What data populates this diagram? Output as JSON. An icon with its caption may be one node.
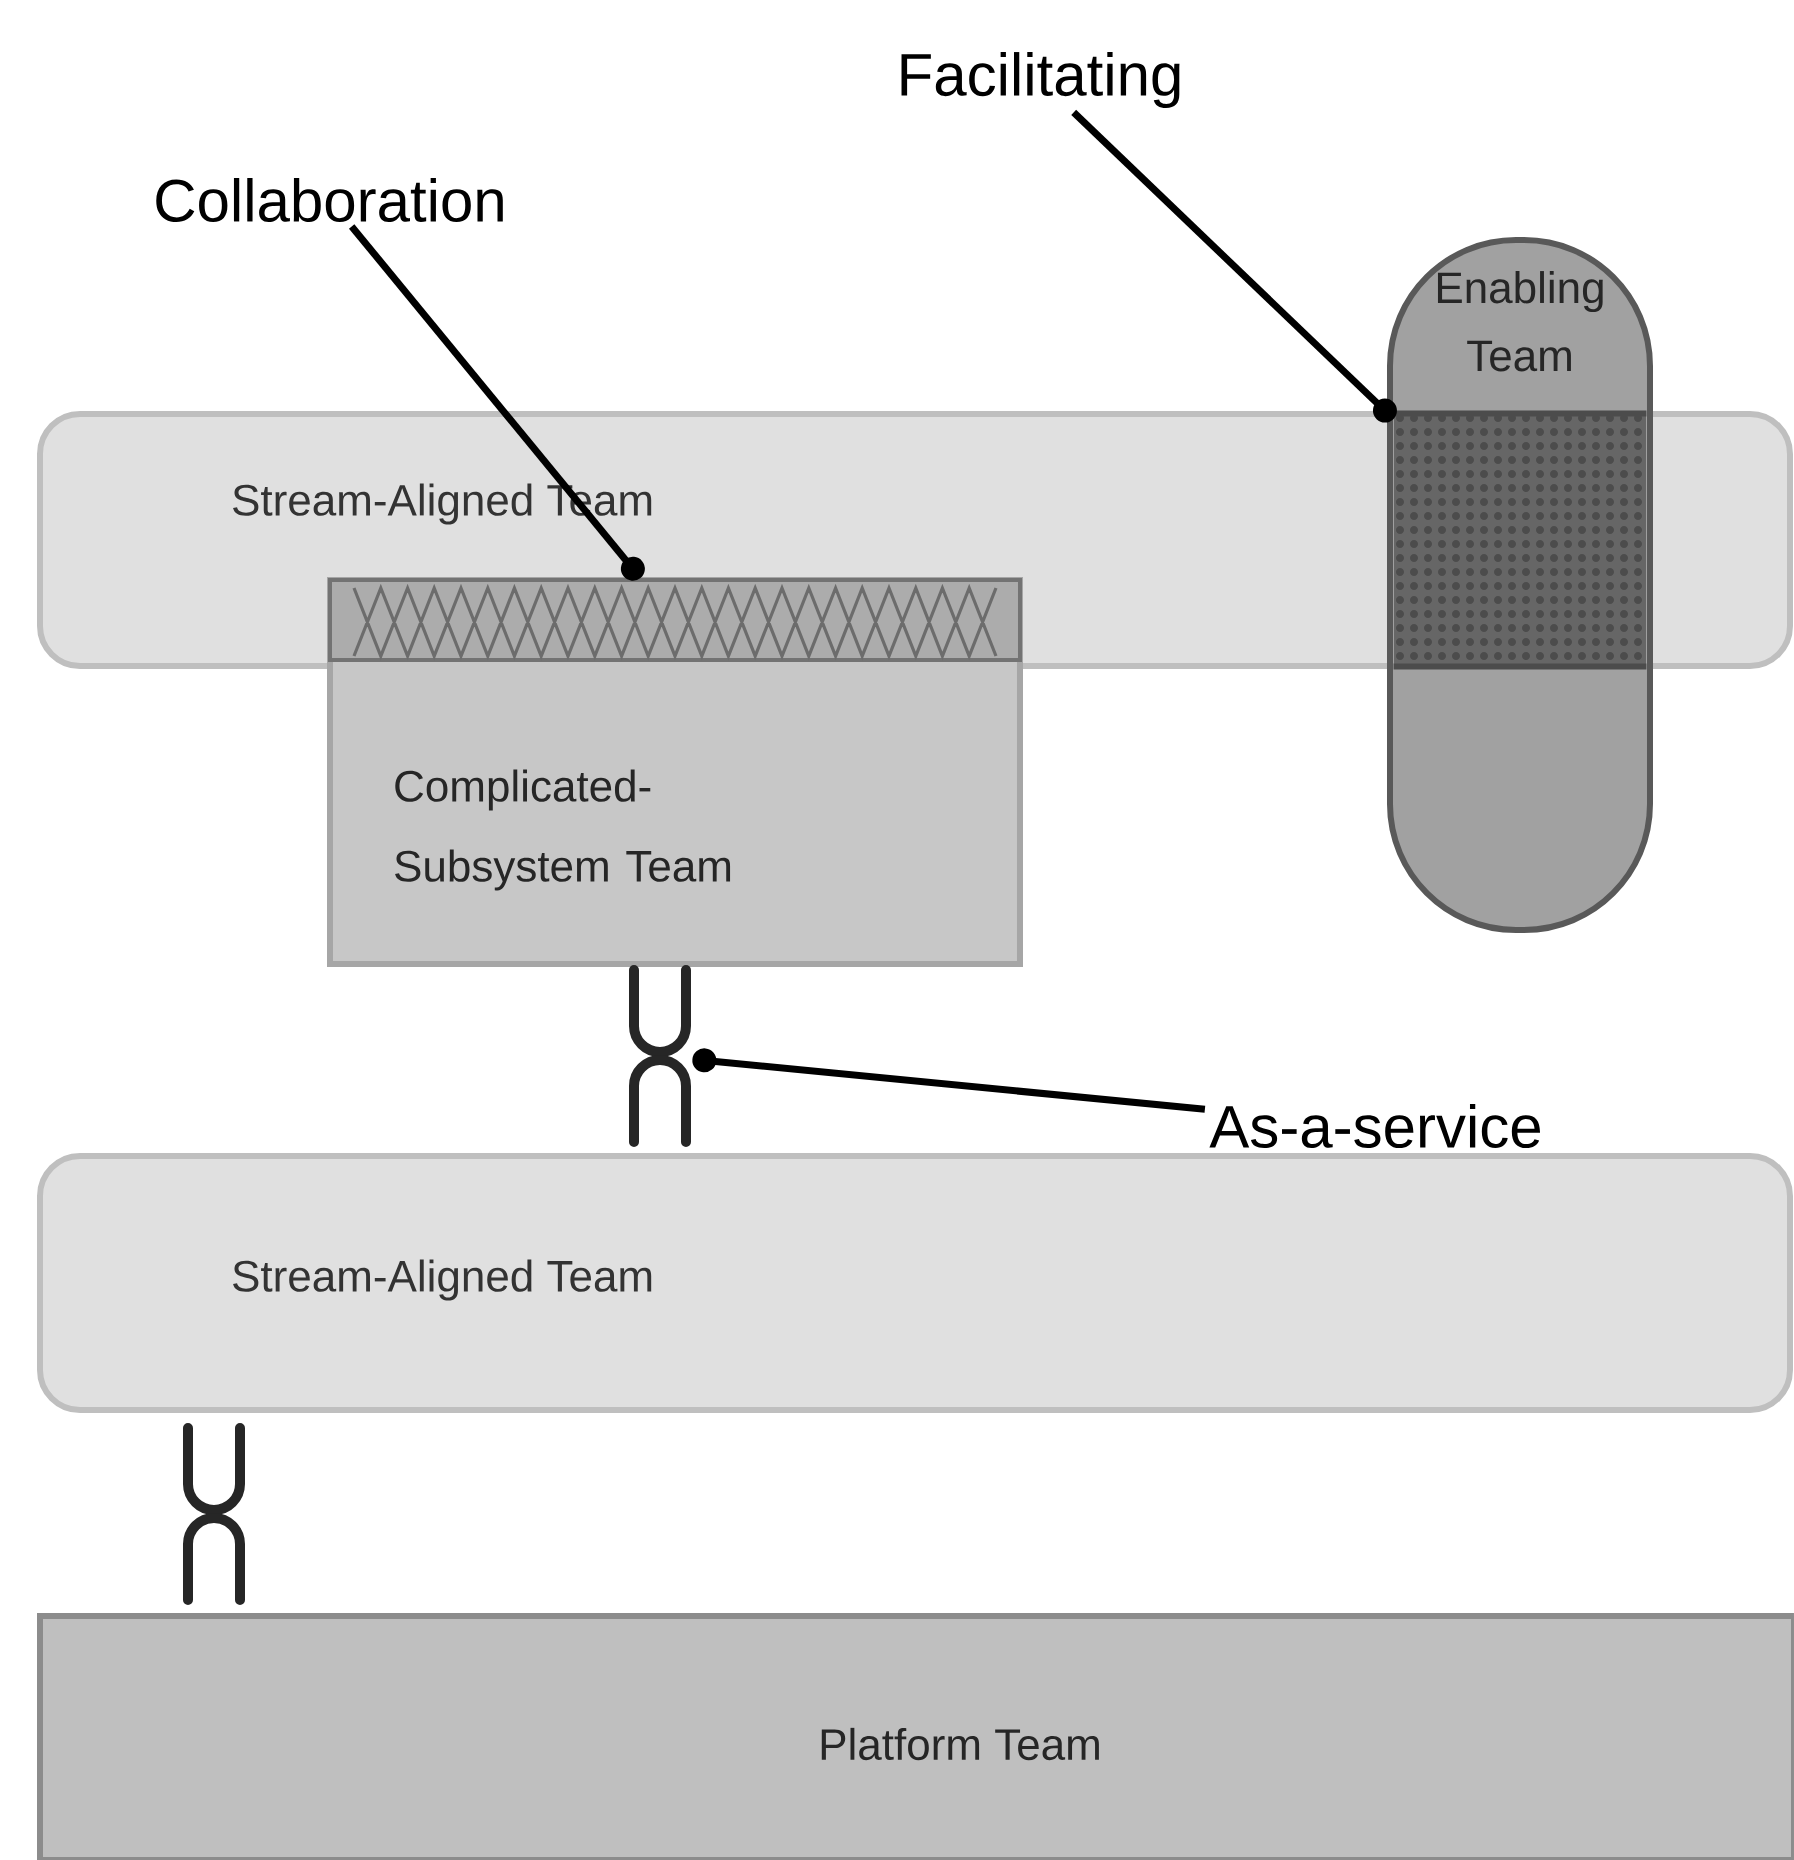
{
  "diagram": {
    "nodes": [
      {
        "text": [
          "Facilitating"
        ]
      },
      {
        "text": [
          "Collaboration"
        ]
      },
      {
        "text": [
          "Enabling Team"
        ]
      },
      {
        "text": [
          "Stream-Aligned Team"
        ]
      },
      {
        "text": [],
        "shape": "bar"
      },
      {
        "text": [],
        "shape": "bar"
      },
      {
        "text": [
          "Complicated-Subsystem Team"
        ]
      },
      {
        "text": [],
        "shape": "symbol"
      },
      {
        "text": [
          "As-a-service"
        ]
      },
      {
        "text": [
          "Stream-Aligned Team"
        ]
      },
      {
        "text": [],
        "shape": "symbol"
      },
      {
        "text": [
          "Platform Team"
        ]
      }
    ],
    "edges": [
      {
        "from": 1,
        "to": 4,
        "arrow": "other"
      },
      {
        "from": 0,
        "to": 5,
        "arrow": "other"
      },
      {
        "from": 8,
        "to": 7,
        "arrow": "other"
      }
    ]
  }
}
